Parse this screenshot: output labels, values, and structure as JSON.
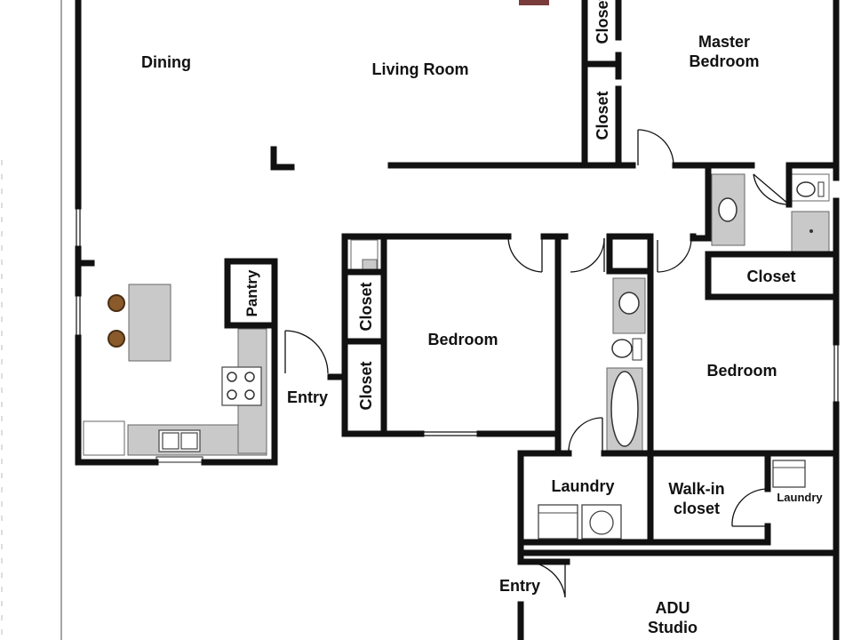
{
  "rooms": {
    "dining": "Dining",
    "living_room": "Living Room",
    "master_bedroom_line1": "Master",
    "master_bedroom_line2": "Bedroom",
    "bedroom_center": "Bedroom",
    "bedroom_right": "Bedroom",
    "pantry": "Pantry",
    "closet_top": "Closet",
    "closet_master": "Closet",
    "closet_upper_left": "Closet",
    "closet_lower_left": "Closet",
    "closet_right": "Closet",
    "entry_main": "Entry",
    "entry_adu": "Entry",
    "laundry_main": "Laundry",
    "laundry_adu": "Laundry",
    "walkin_line1": "Walk-in",
    "walkin_line2": "closet",
    "adu_line1": "ADU",
    "adu_line2": "Studio"
  },
  "colors": {
    "wall": "#111111",
    "counter": "#c9c9c9",
    "stool": "#8a5a2b",
    "accent": "#7a3b3b"
  }
}
